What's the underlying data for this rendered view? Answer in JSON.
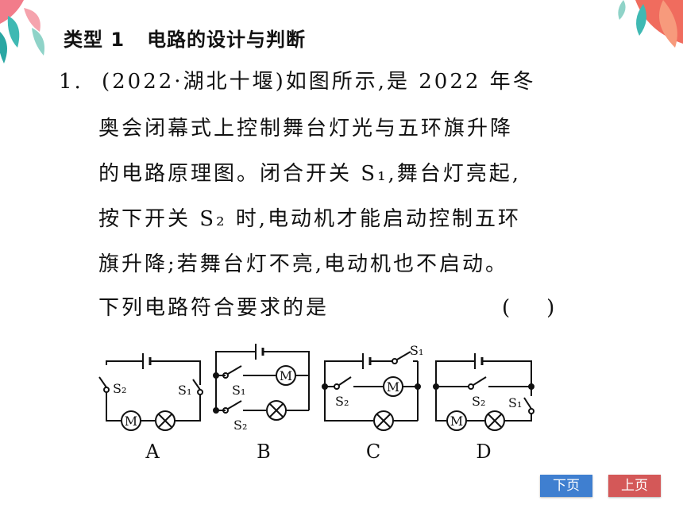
{
  "section": {
    "label": "类型 1",
    "title": "电路的设计与判断"
  },
  "question": {
    "number": "1.",
    "lines": [
      "(2022·湖北十堰)如图所示,是 2022 年冬",
      "奥会闭幕式上控制舞台灯光与五环旗升降",
      "的电路原理图。闭合开关 S₁,舞台灯亮起,",
      "按下开关 S₂ 时,电动机才能启动控制五环",
      "旗升降;若舞台灯不亮,电动机也不启动。",
      "下列电路符合要求的是"
    ],
    "paren_open": "(",
    "paren_close": ")"
  },
  "options": {
    "A": {
      "label": "A",
      "s1": "S₁",
      "s2": "S₂",
      "motor": "M"
    },
    "B": {
      "label": "B",
      "s1": "S₁",
      "s2": "S₂",
      "motor": "M"
    },
    "C": {
      "label": "C",
      "s1": "S₁",
      "s2": "S₂",
      "motor": "M"
    },
    "D": {
      "label": "D",
      "s1": "S₁",
      "s2": "S₂",
      "motor": "M"
    }
  },
  "nav": {
    "next": "下页",
    "prev": "上页"
  },
  "colors": {
    "next_button": "#3f7fd0",
    "prev_button": "#d45858"
  }
}
